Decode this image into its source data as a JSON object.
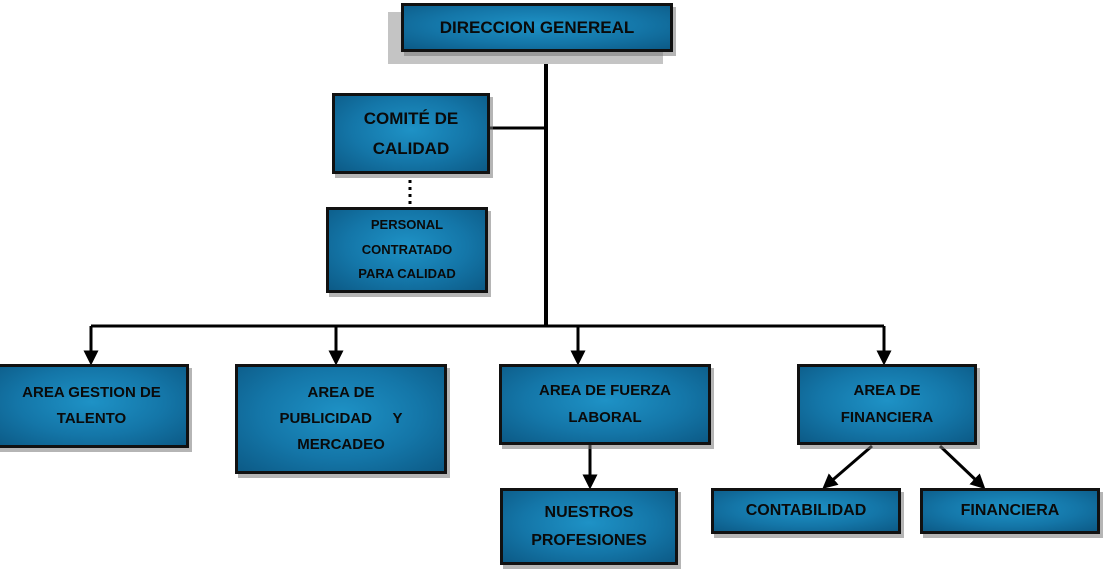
{
  "chart": {
    "root": "DIRECCION  GENEREAL",
    "committee": {
      "line1": "COMITÉ DE",
      "line2": "CALIDAD"
    },
    "staff": {
      "line1": "PERSONAL",
      "line2": "CONTRATADO",
      "line3": "PARA CALIDAD"
    },
    "areas": [
      {
        "line1": "AREA GESTION DE",
        "line2": "TALENTO"
      },
      {
        "line1": "AREA DE",
        "line2": "PUBLICIDAD     Y",
        "line3": "MERCADEO"
      },
      {
        "line1": "AREA DE FUERZA",
        "line2": "LABORAL"
      },
      {
        "line1": "AREA DE",
        "line2": "FINANCIERA"
      }
    ],
    "labor_child": {
      "line1": "NUESTROS",
      "line2": "PROFESIONES"
    },
    "finance_children": [
      "CONTABILIDAD",
      "FINANCIERA"
    ]
  },
  "colors": {
    "box_fill": "#1476a8",
    "box_border": "#111111",
    "line": "#000000"
  }
}
